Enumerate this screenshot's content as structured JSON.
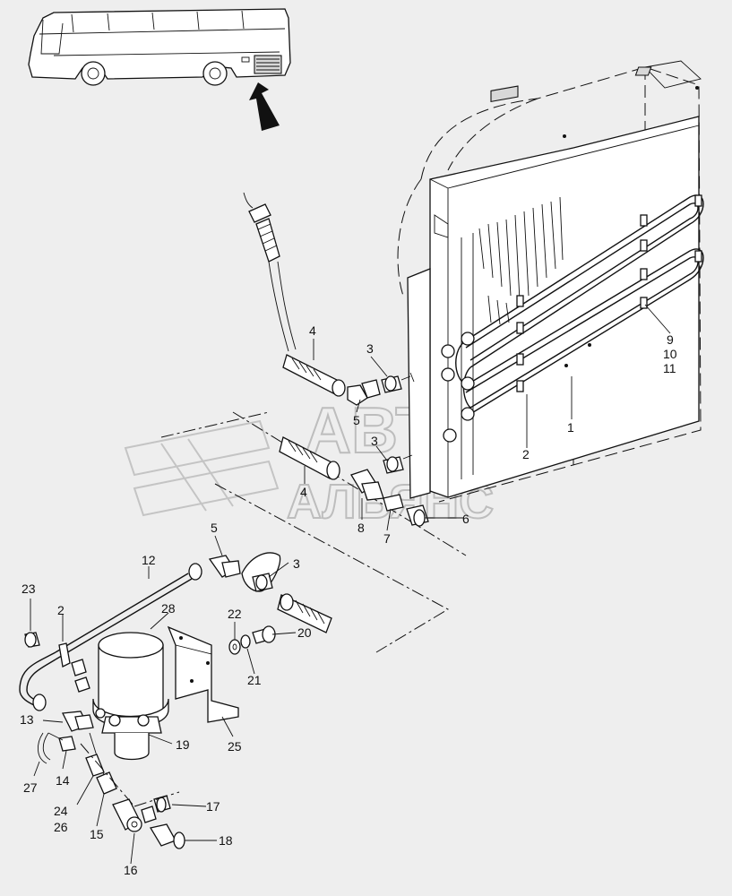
{
  "watermark": {
    "line1": "АВТО",
    "line2": "АЛЬЯНС"
  },
  "callouts": [
    {
      "id": "c1",
      "text": "1"
    },
    {
      "id": "c2a",
      "text": "2"
    },
    {
      "id": "c2b",
      "text": "2"
    },
    {
      "id": "c3a",
      "text": "3"
    },
    {
      "id": "c3b",
      "text": "3"
    },
    {
      "id": "c3c",
      "text": "3"
    },
    {
      "id": "c4a",
      "text": "4"
    },
    {
      "id": "c4b",
      "text": "4"
    },
    {
      "id": "c5a",
      "text": "5"
    },
    {
      "id": "c5b",
      "text": "5"
    },
    {
      "id": "c6",
      "text": "6"
    },
    {
      "id": "c7",
      "text": "7"
    },
    {
      "id": "c8",
      "text": "8"
    },
    {
      "id": "c9",
      "text": "9"
    },
    {
      "id": "c10",
      "text": "10"
    },
    {
      "id": "c11",
      "text": "11"
    },
    {
      "id": "c12",
      "text": "12"
    },
    {
      "id": "c13",
      "text": "13"
    },
    {
      "id": "c14",
      "text": "14"
    },
    {
      "id": "c15",
      "text": "15"
    },
    {
      "id": "c16",
      "text": "16"
    },
    {
      "id": "c17",
      "text": "17"
    },
    {
      "id": "c18",
      "text": "18"
    },
    {
      "id": "c19",
      "text": "19"
    },
    {
      "id": "c20",
      "text": "20"
    },
    {
      "id": "c21",
      "text": "21"
    },
    {
      "id": "c22",
      "text": "22"
    },
    {
      "id": "c23",
      "text": "23"
    },
    {
      "id": "c24",
      "text": "24"
    },
    {
      "id": "c25",
      "text": "25"
    },
    {
      "id": "c26",
      "text": "26"
    },
    {
      "id": "c27",
      "text": "27"
    },
    {
      "id": "c28",
      "text": "28"
    }
  ]
}
